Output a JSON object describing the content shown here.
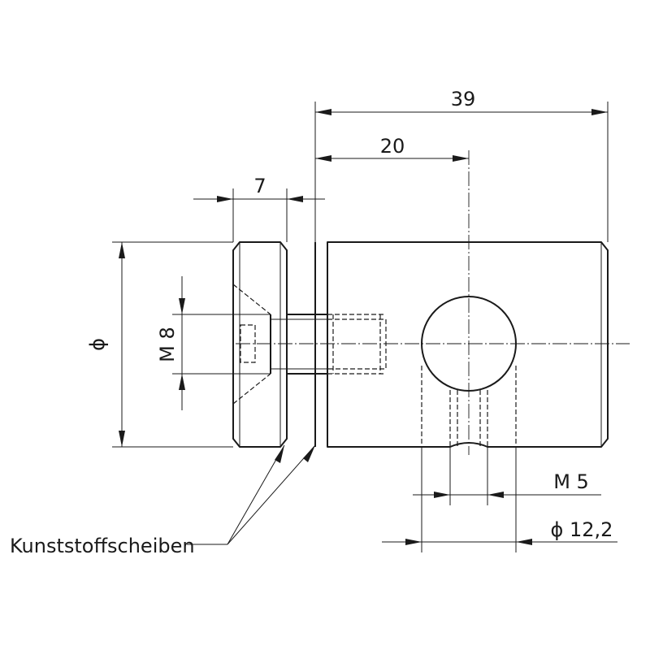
{
  "dimensions": {
    "overall_length": "39",
    "hole_position": "20",
    "disc_thickness": "7",
    "diameter_symbol": "ϕ",
    "thread_center": "M 8",
    "thread_cross": "M 5",
    "hole_diameter": "ϕ 12,2"
  },
  "labels": {
    "plastic_washers": "Kunststoffscheiben"
  },
  "colors": {
    "line": "#1a1a1a",
    "background": "#ffffff"
  }
}
